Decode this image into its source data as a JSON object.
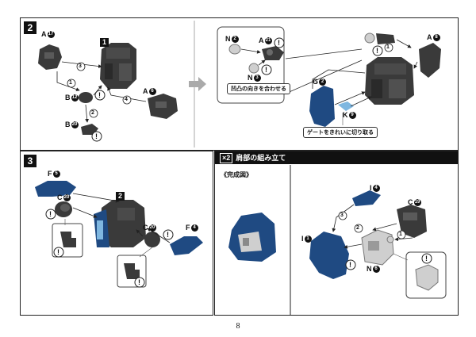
{
  "page_number": "8",
  "colors": {
    "dark_part": "#3a3a3a",
    "blue_part": "#1f4a82",
    "light_part": "#c9c9c9",
    "accent_blue": "#7fb7e0"
  },
  "step2": {
    "number": "2",
    "labels": {
      "a17": {
        "letter": "A",
        "num": "17"
      },
      "box1": "1",
      "a6": {
        "letter": "A",
        "num": "6"
      },
      "b12": {
        "letter": "B",
        "num": "12"
      },
      "b20": {
        "letter": "B",
        "num": "20"
      },
      "n2": {
        "letter": "N",
        "num": "2"
      },
      "a21": {
        "letter": "A",
        "num": "21"
      },
      "n3": {
        "letter": "N",
        "num": "3"
      },
      "a8": {
        "letter": "A",
        "num": "8"
      },
      "g2": {
        "letter": "G",
        "num": "2"
      },
      "k9": {
        "letter": "K",
        "num": "9"
      }
    },
    "circled": [
      "1",
      "2",
      "3",
      "4"
    ],
    "note_align": "凹凸の向きを合わせる",
    "note_gate": "ゲートをきれいに切り取る"
  },
  "step3": {
    "number": "3",
    "labels": {
      "f5": {
        "letter": "F",
        "num": "5"
      },
      "c20a": {
        "letter": "C",
        "num": "20"
      },
      "box2": "2",
      "c20b": {
        "letter": "C",
        "num": "20"
      },
      "f4": {
        "letter": "F",
        "num": "4"
      }
    }
  },
  "shoulder": {
    "multiplier": "×2",
    "title": "肩部の組み立て",
    "complete_label": "《完成図》",
    "labels": {
      "i4": {
        "letter": "I",
        "num": "4"
      },
      "c19": {
        "letter": "C",
        "num": "19"
      },
      "i1": {
        "letter": "I",
        "num": "1"
      },
      "n6": {
        "letter": "N",
        "num": "6"
      }
    },
    "circled": [
      "1",
      "2",
      "3"
    ]
  }
}
